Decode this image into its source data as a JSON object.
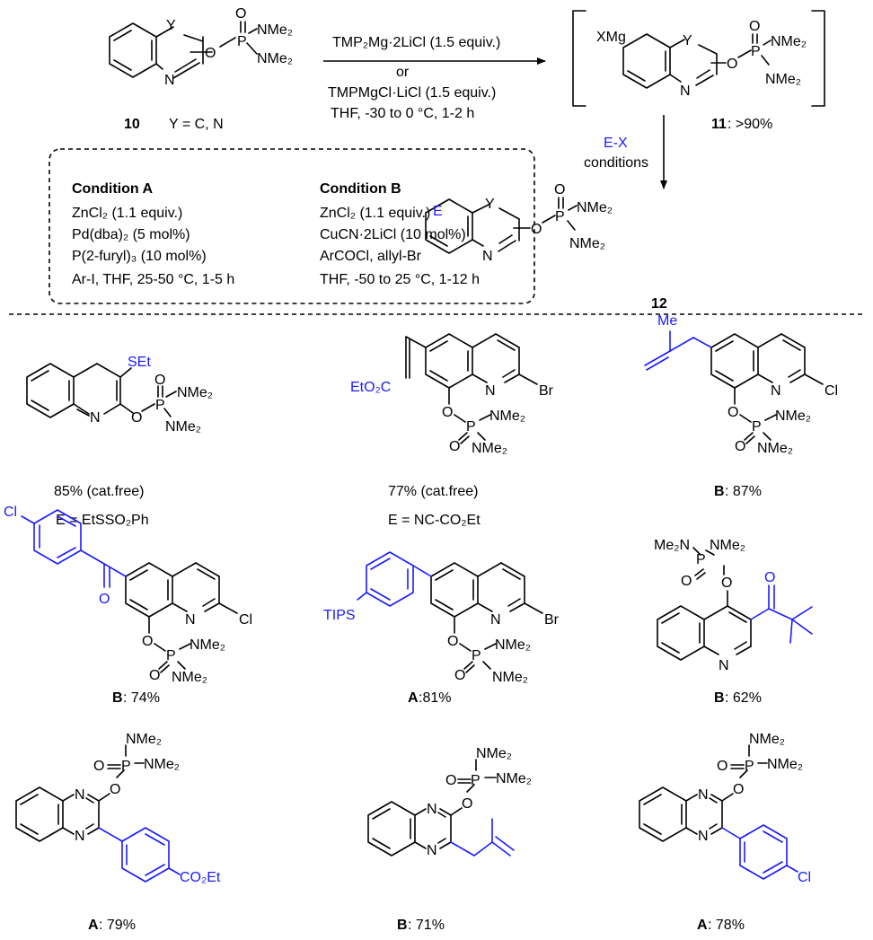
{
  "colors": {
    "ink": "#000000",
    "highlight": "#1a1aff",
    "background": "#ffffff"
  },
  "scheme": {
    "start": {
      "number": "10",
      "y_def": "Y = C, N"
    },
    "reaction": {
      "reagent1": "TMP₂Mg·2LiCl (1.5 equiv.)",
      "or": "or",
      "reagent2": "TMPMgCl·LiCl (1.5 equiv.)",
      "cond": "THF, -30 to 0 °C, 1-2 h"
    },
    "intermediate": {
      "number": "11",
      "yield": ": >90%",
      "xmg": "XMg"
    },
    "step2": {
      "ex": "E-X",
      "conditions": "conditions"
    },
    "product": {
      "number": "12",
      "e": "E"
    },
    "condA": {
      "title": "Condition A",
      "lines": [
        "ZnCl₂ (1.1 equiv.)",
        "Pd(dba)₂ (5 mol%)",
        "P(2-furyl)₃ (10 mol%)",
        "Ar-I, THF, 25-50 °C, 1-5 h"
      ]
    },
    "condB": {
      "title": "Condition B",
      "lines": [
        "ZnCl₂ (1.1 equiv.)",
        "CuCN·2LiCl (10 mol%)",
        "ArCOCl, allyl-Br",
        "THF, -50 to 25 °C, 1-12 h"
      ]
    }
  },
  "atoms": {
    "N": "N",
    "O": "O",
    "P": "P",
    "Y": "Y",
    "NMe2": "NMe₂",
    "Me2N": "Me₂N",
    "Br": "Br",
    "Cl": "Cl",
    "SEt": "SEt",
    "Me": "Me",
    "TIPS": "TIPS",
    "EtO2C": "EtO₂C",
    "CO2Et": "CO₂Et"
  },
  "products": [
    {
      "yield": "85% (cat.free)",
      "e": "E = EtSSO₂Ph"
    },
    {
      "yield": "77% (cat.free)",
      "e": "E = NC-CO₂Et"
    },
    {
      "cond": "B",
      "yield": ": 87%"
    },
    {
      "cond": "B",
      "yield": ": 74%"
    },
    {
      "cond": "A",
      "yield": ":81%"
    },
    {
      "cond": "B",
      "yield": ": 62%"
    },
    {
      "cond": "A",
      "yield": ": 79%"
    },
    {
      "cond": "B",
      "yield": ": 71%"
    },
    {
      "cond": "A",
      "yield": ": 78%"
    }
  ]
}
